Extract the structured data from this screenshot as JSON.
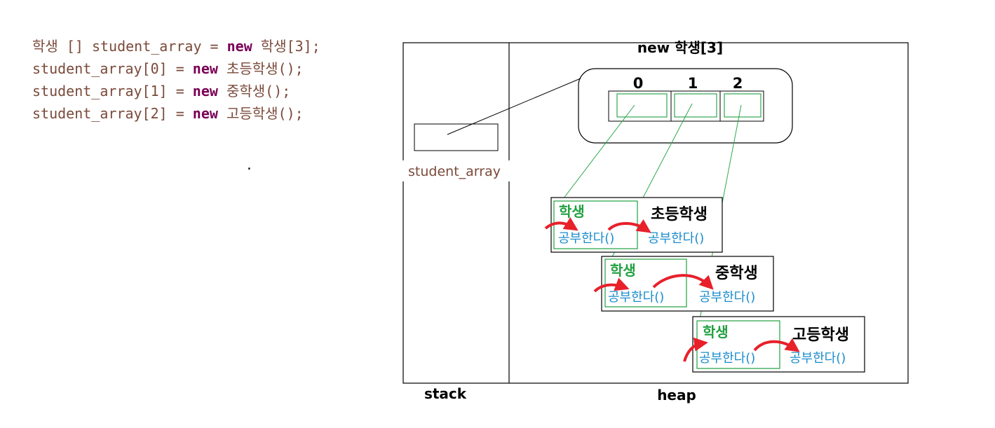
{
  "code": {
    "lines": [
      {
        "pre": "학생 [] student_array = ",
        "kw": "new",
        "post": " 학생[3];"
      },
      {
        "pre": "student_array[0] = ",
        "kw": "new",
        "post": " 초등학생();"
      },
      {
        "pre": "student_array[1] = ",
        "kw": "new",
        "post": " 중학생();"
      },
      {
        "pre": "student_array[2] = ",
        "kw": "new",
        "post": " 고등학생();"
      }
    ],
    "dot": "."
  },
  "diagram": {
    "array_title": "new 학생[3]",
    "indices": [
      "0",
      "1",
      "2"
    ],
    "variable_label": "student_array",
    "stack_label": "stack",
    "heap_label": "heap",
    "objects": [
      {
        "parent_class": "학생",
        "child_class": "초등학생",
        "parent_method": "공부한다()",
        "child_method": "공부한다()"
      },
      {
        "parent_class": "학생",
        "child_class": "중학생",
        "parent_method": "공부한다()",
        "child_method": "공부한다()"
      },
      {
        "parent_class": "학생",
        "child_class": "고등학생",
        "parent_method": "공부한다()",
        "child_method": "공부한다()"
      }
    ],
    "colors": {
      "parent": "#20a040",
      "method": "#1a8ccc",
      "reference_line": "#2fa84f",
      "override_arrow": "#e8202a",
      "border": "#000000"
    }
  }
}
